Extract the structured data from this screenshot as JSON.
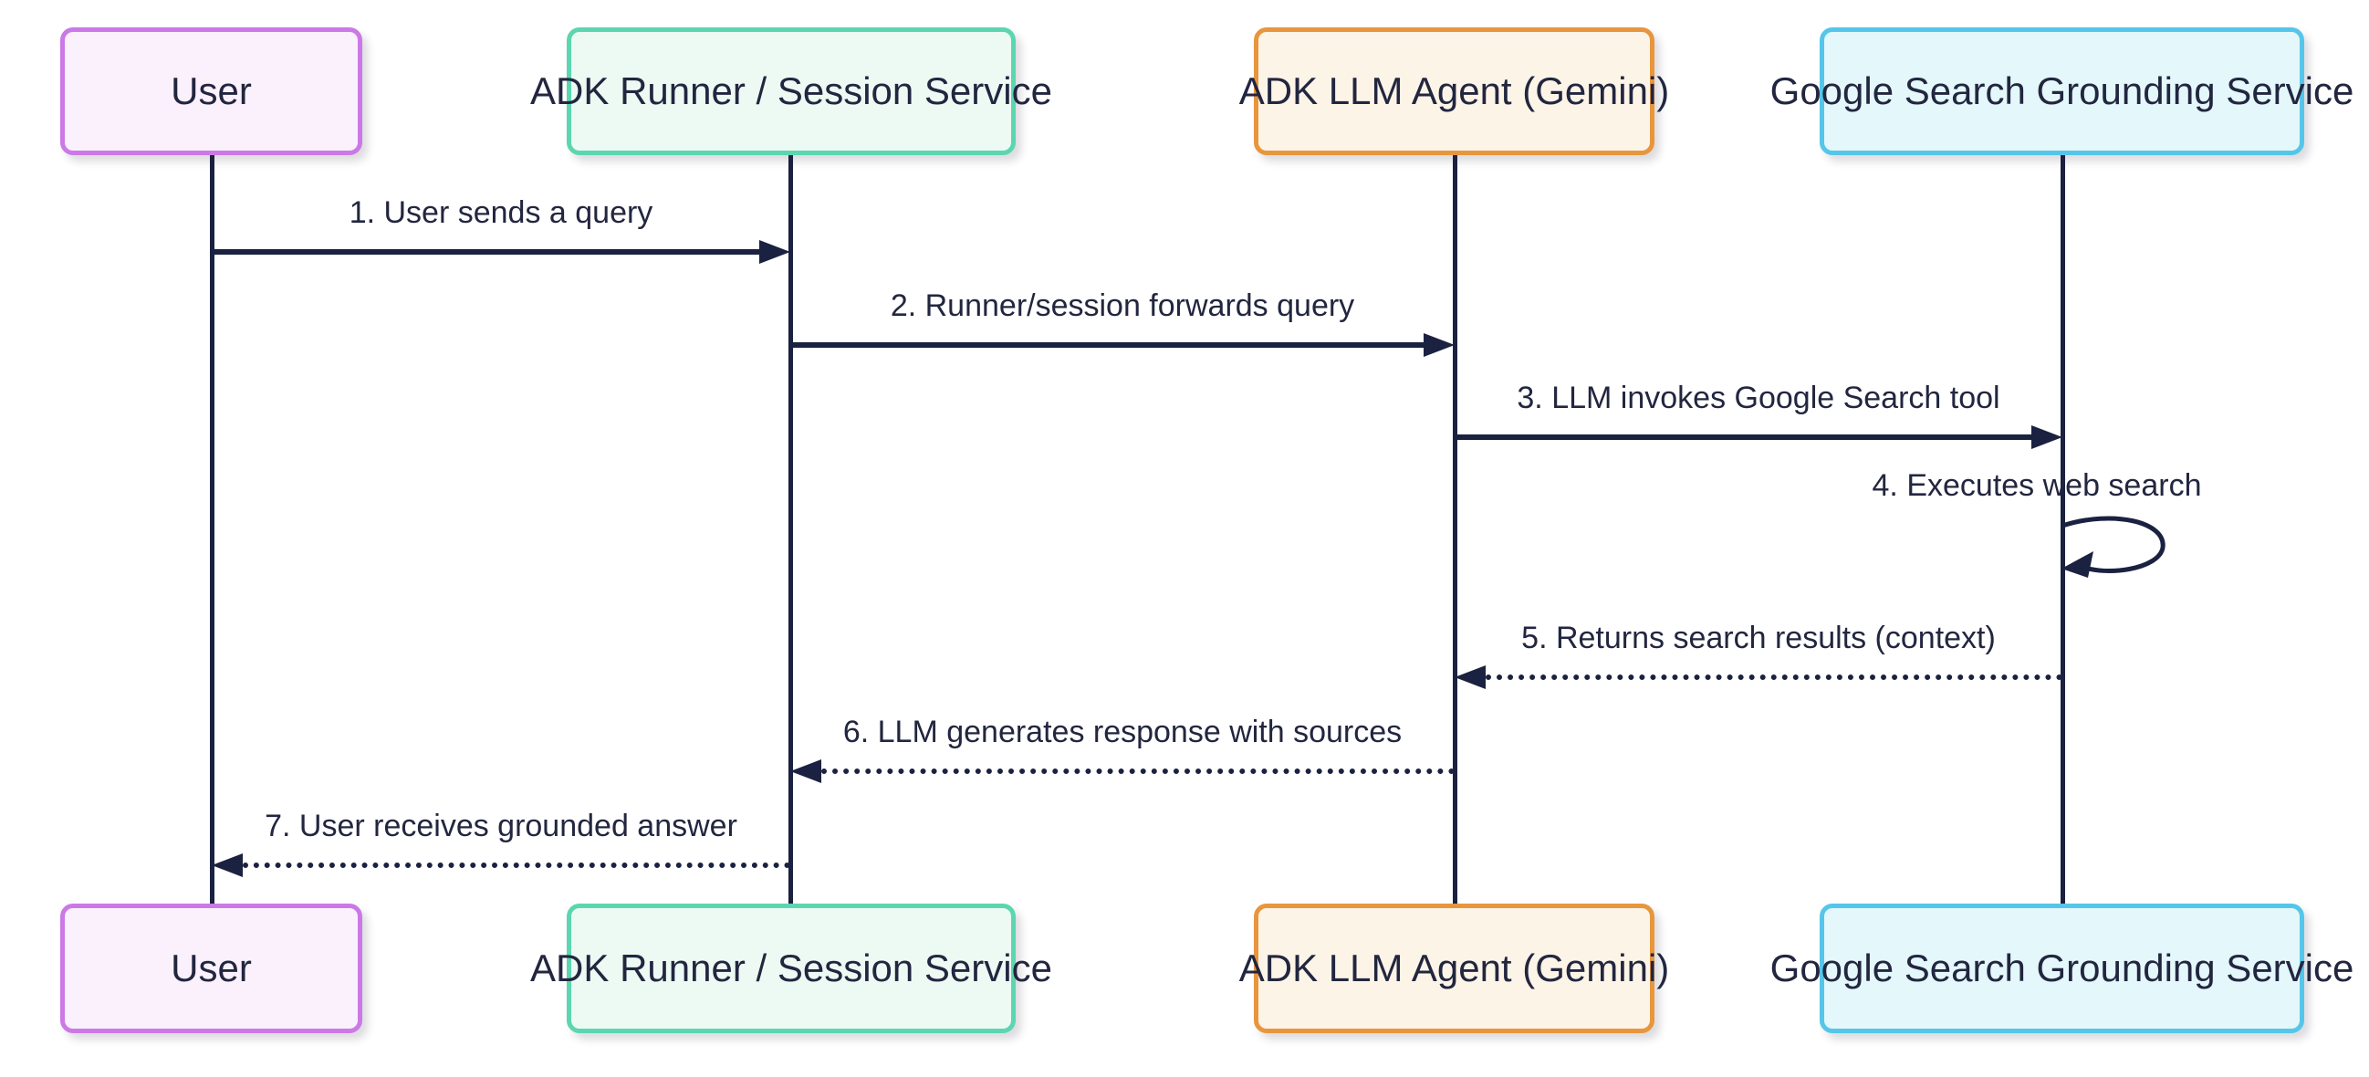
{
  "diagram": {
    "type": "sequence-diagram",
    "background": "#ffffff",
    "line_color": "#1b2140",
    "text_color": "#22263f",
    "actors": [
      {
        "id": "user",
        "label": "User",
        "fill": "#faf1fd",
        "border": "#cb79e6"
      },
      {
        "id": "runner",
        "label": "ADK Runner / Session Service",
        "fill": "#edfaf4",
        "border": "#5cd6b0"
      },
      {
        "id": "llm",
        "label": "ADK LLM Agent (Gemini)",
        "fill": "#fdf4e8",
        "border": "#e8963e"
      },
      {
        "id": "google",
        "label": "Google Search Grounding Service",
        "fill": "#e4f7fb",
        "border": "#55c6e9"
      }
    ],
    "messages": [
      {
        "num": 1,
        "label": "1. User sends a query",
        "from": "User",
        "to": "ADK Runner / Session Service",
        "style": "solid",
        "direction": "right"
      },
      {
        "num": 2,
        "label": "2. Runner/session forwards query",
        "from": "ADK Runner / Session Service",
        "to": "ADK LLM Agent (Gemini)",
        "style": "solid",
        "direction": "right"
      },
      {
        "num": 3,
        "label": "3. LLM invokes Google Search tool",
        "from": "ADK LLM Agent (Gemini)",
        "to": "Google Search Grounding Service",
        "style": "solid",
        "direction": "right"
      },
      {
        "num": 4,
        "label": "4. Executes web search",
        "from": "Google Search Grounding Service",
        "to": "Google Search Grounding Service",
        "style": "solid",
        "direction": "self"
      },
      {
        "num": 5,
        "label": "5. Returns search results (context)",
        "from": "Google Search Grounding Service",
        "to": "ADK LLM Agent (Gemini)",
        "style": "dotted",
        "direction": "left"
      },
      {
        "num": 6,
        "label": "6. LLM generates response with sources",
        "from": "ADK LLM Agent (Gemini)",
        "to": "ADK Runner / Session Service",
        "style": "dotted",
        "direction": "left"
      },
      {
        "num": 7,
        "label": "7. User receives grounded answer",
        "from": "ADK Runner / Session Service",
        "to": "User",
        "style": "dotted",
        "direction": "left"
      }
    ]
  }
}
